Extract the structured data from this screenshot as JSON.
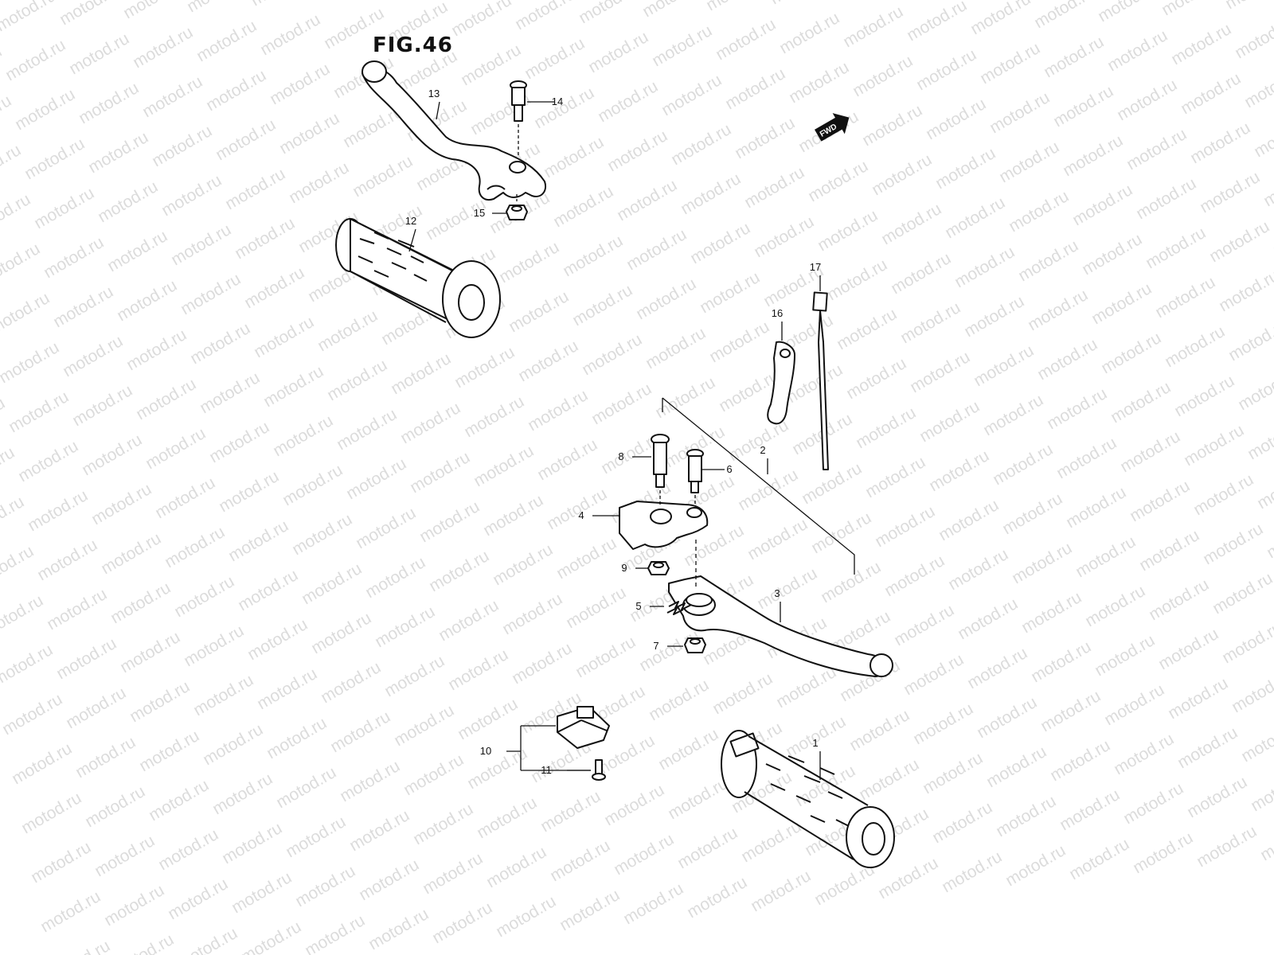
{
  "figure": {
    "title": "FIG.46",
    "fwd_label": "FWD",
    "watermark": "motod.ru"
  },
  "callouts": [
    {
      "id": "13",
      "label": "13"
    },
    {
      "id": "14",
      "label": "14"
    },
    {
      "id": "15",
      "label": "15"
    },
    {
      "id": "12",
      "label": "12"
    },
    {
      "id": "17",
      "label": "17"
    },
    {
      "id": "16",
      "label": "16"
    },
    {
      "id": "2",
      "label": "2"
    },
    {
      "id": "8",
      "label": "8"
    },
    {
      "id": "6",
      "label": "6"
    },
    {
      "id": "4",
      "label": "4"
    },
    {
      "id": "9",
      "label": "9"
    },
    {
      "id": "3",
      "label": "3"
    },
    {
      "id": "5",
      "label": "5"
    },
    {
      "id": "7",
      "label": "7"
    },
    {
      "id": "10",
      "label": "10"
    },
    {
      "id": "11",
      "label": "11"
    },
    {
      "id": "1",
      "label": "1"
    }
  ]
}
